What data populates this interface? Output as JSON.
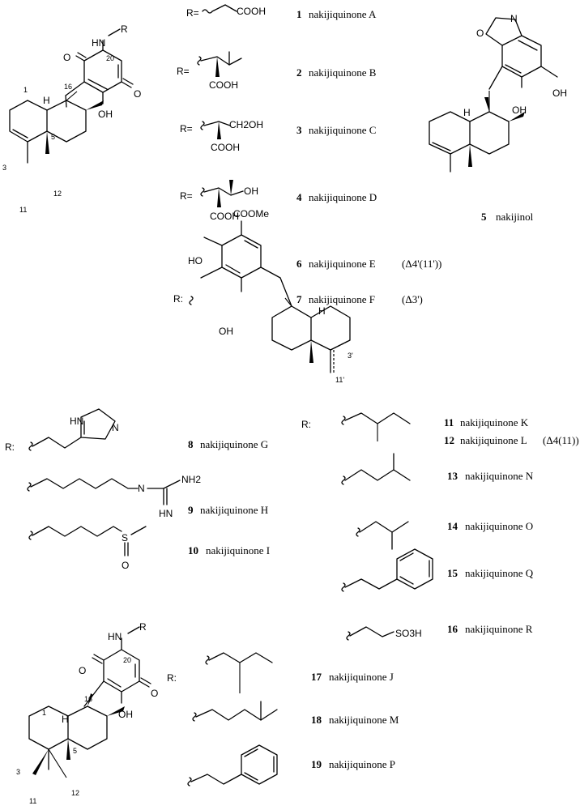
{
  "compounds": [
    {
      "num": "1",
      "name": "nakijiquinone A"
    },
    {
      "num": "2",
      "name": "nakijiquinone B"
    },
    {
      "num": "3",
      "name": "nakijiquinone C"
    },
    {
      "num": "4",
      "name": "nakijiquinone D"
    },
    {
      "num": "5",
      "name": "nakijinol"
    },
    {
      "num": "6",
      "name": "nakijiquinone E",
      "note": "(Δ4'(11'))"
    },
    {
      "num": "7",
      "name": "nakijiquinone F",
      "note": "(Δ3')"
    },
    {
      "num": "8",
      "name": "nakijiquinone G"
    },
    {
      "num": "9",
      "name": "nakijiquinone H"
    },
    {
      "num": "10",
      "name": "nakijiquinone I"
    },
    {
      "num": "11",
      "name": "nakijiquinone K"
    },
    {
      "num": "12",
      "name": "nakijiquinone L",
      "note": "(Δ4(11))"
    },
    {
      "num": "13",
      "name": "nakijiquinone N"
    },
    {
      "num": "14",
      "name": "nakijiquinone O"
    },
    {
      "num": "15",
      "name": "nakijiquinone Q"
    },
    {
      "num": "16",
      "name": "nakijiquinone R"
    },
    {
      "num": "17",
      "name": "nakijiquinone J"
    },
    {
      "num": "18",
      "name": "nakijiquinone M"
    },
    {
      "num": "19",
      "name": "nakijiquinone P"
    }
  ],
  "atoms": {
    "nh": "HN",
    "r": "R",
    "o": "O",
    "oh": "OH",
    "h": "H",
    "n": "N",
    "cooh": "COOH",
    "ch2oh": "CH2OH",
    "coome": "COOMe",
    "ho": "HO",
    "nh2": "NH2",
    "s": "S",
    "so3h": "SO3H",
    "hn": "HN",
    "r_eq": "R=",
    "r_colon": "R:"
  },
  "positions": {
    "p1": "1",
    "p3": "3",
    "p5": "5",
    "p11": "11",
    "p12": "12",
    "p16": "16",
    "p20": "20",
    "p3p": "3'",
    "p11p": "11'"
  }
}
